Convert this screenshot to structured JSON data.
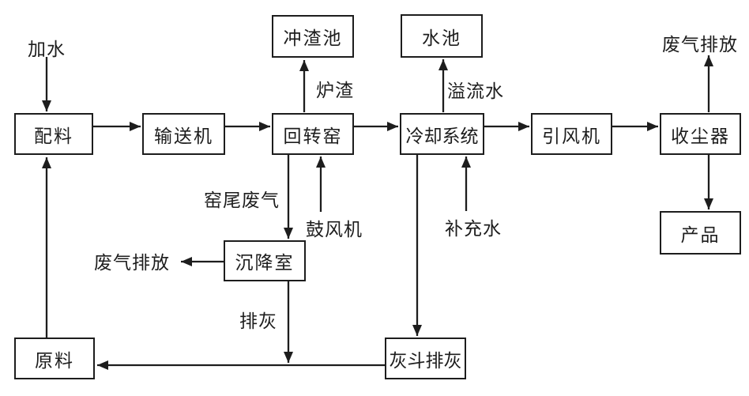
{
  "diagram": {
    "type": "process-flowchart",
    "colors": {
      "background": "#ffffff",
      "line": "#1d1d1d",
      "box_border": "#1d1d1d",
      "text": "#1d1d1d"
    },
    "nodes": {
      "batching": {
        "label": "配料"
      },
      "conveyor": {
        "label": "输送机"
      },
      "rotary_kiln": {
        "label": "回转窑"
      },
      "cooling_system": {
        "label": "冷却系统"
      },
      "draft_fan": {
        "label": "引风机"
      },
      "dust_collector": {
        "label": "收尘器"
      },
      "slag_pool": {
        "label": "冲渣池"
      },
      "water_pool": {
        "label": "水池"
      },
      "product": {
        "label": "产品"
      },
      "settling_chamber": {
        "label": "沉降室"
      },
      "raw_material": {
        "label": "原料"
      },
      "ash_hopper": {
        "label": "灰斗排灰"
      }
    },
    "flow_labels": {
      "add_water": "加水",
      "slag": "炉渣",
      "overflow_water": "溢流水",
      "exhaust_top_right": "废气排放",
      "kiln_tail_gas": "窑尾废气",
      "blower": "鼓风机",
      "makeup_water": "补充水",
      "exhaust_left": "废气排放",
      "ash_discharge": "排灰"
    },
    "edges": [
      {
        "from": "加水",
        "to": "配料",
        "label": ""
      },
      {
        "from": "原料",
        "to": "配料",
        "label": ""
      },
      {
        "from": "配料",
        "to": "输送机",
        "label": ""
      },
      {
        "from": "输送机",
        "to": "回转窑",
        "label": ""
      },
      {
        "from": "回转窑",
        "to": "冲渣池",
        "label": "炉渣"
      },
      {
        "from": "回转窑",
        "to": "冷却系统",
        "label": ""
      },
      {
        "from": "回转窑",
        "to": "沉降室",
        "label": "窑尾废气"
      },
      {
        "from": "鼓风机",
        "to": "回转窑",
        "label": ""
      },
      {
        "from": "冷却系统",
        "to": "水池",
        "label": "溢流水"
      },
      {
        "from": "补充水",
        "to": "冷却系统",
        "label": ""
      },
      {
        "from": "冷却系统",
        "to": "引风机",
        "label": ""
      },
      {
        "from": "冷却系统",
        "to": "灰斗排灰",
        "label": ""
      },
      {
        "from": "引风机",
        "to": "收尘器",
        "label": ""
      },
      {
        "from": "收尘器",
        "to": "废气排放",
        "label": ""
      },
      {
        "from": "收尘器",
        "to": "产品",
        "label": ""
      },
      {
        "from": "沉降室",
        "to": "废气排放",
        "label": ""
      },
      {
        "from": "沉降室",
        "to": "原料",
        "label": "排灰"
      },
      {
        "from": "灰斗排灰",
        "to": "原料",
        "label": ""
      }
    ]
  }
}
